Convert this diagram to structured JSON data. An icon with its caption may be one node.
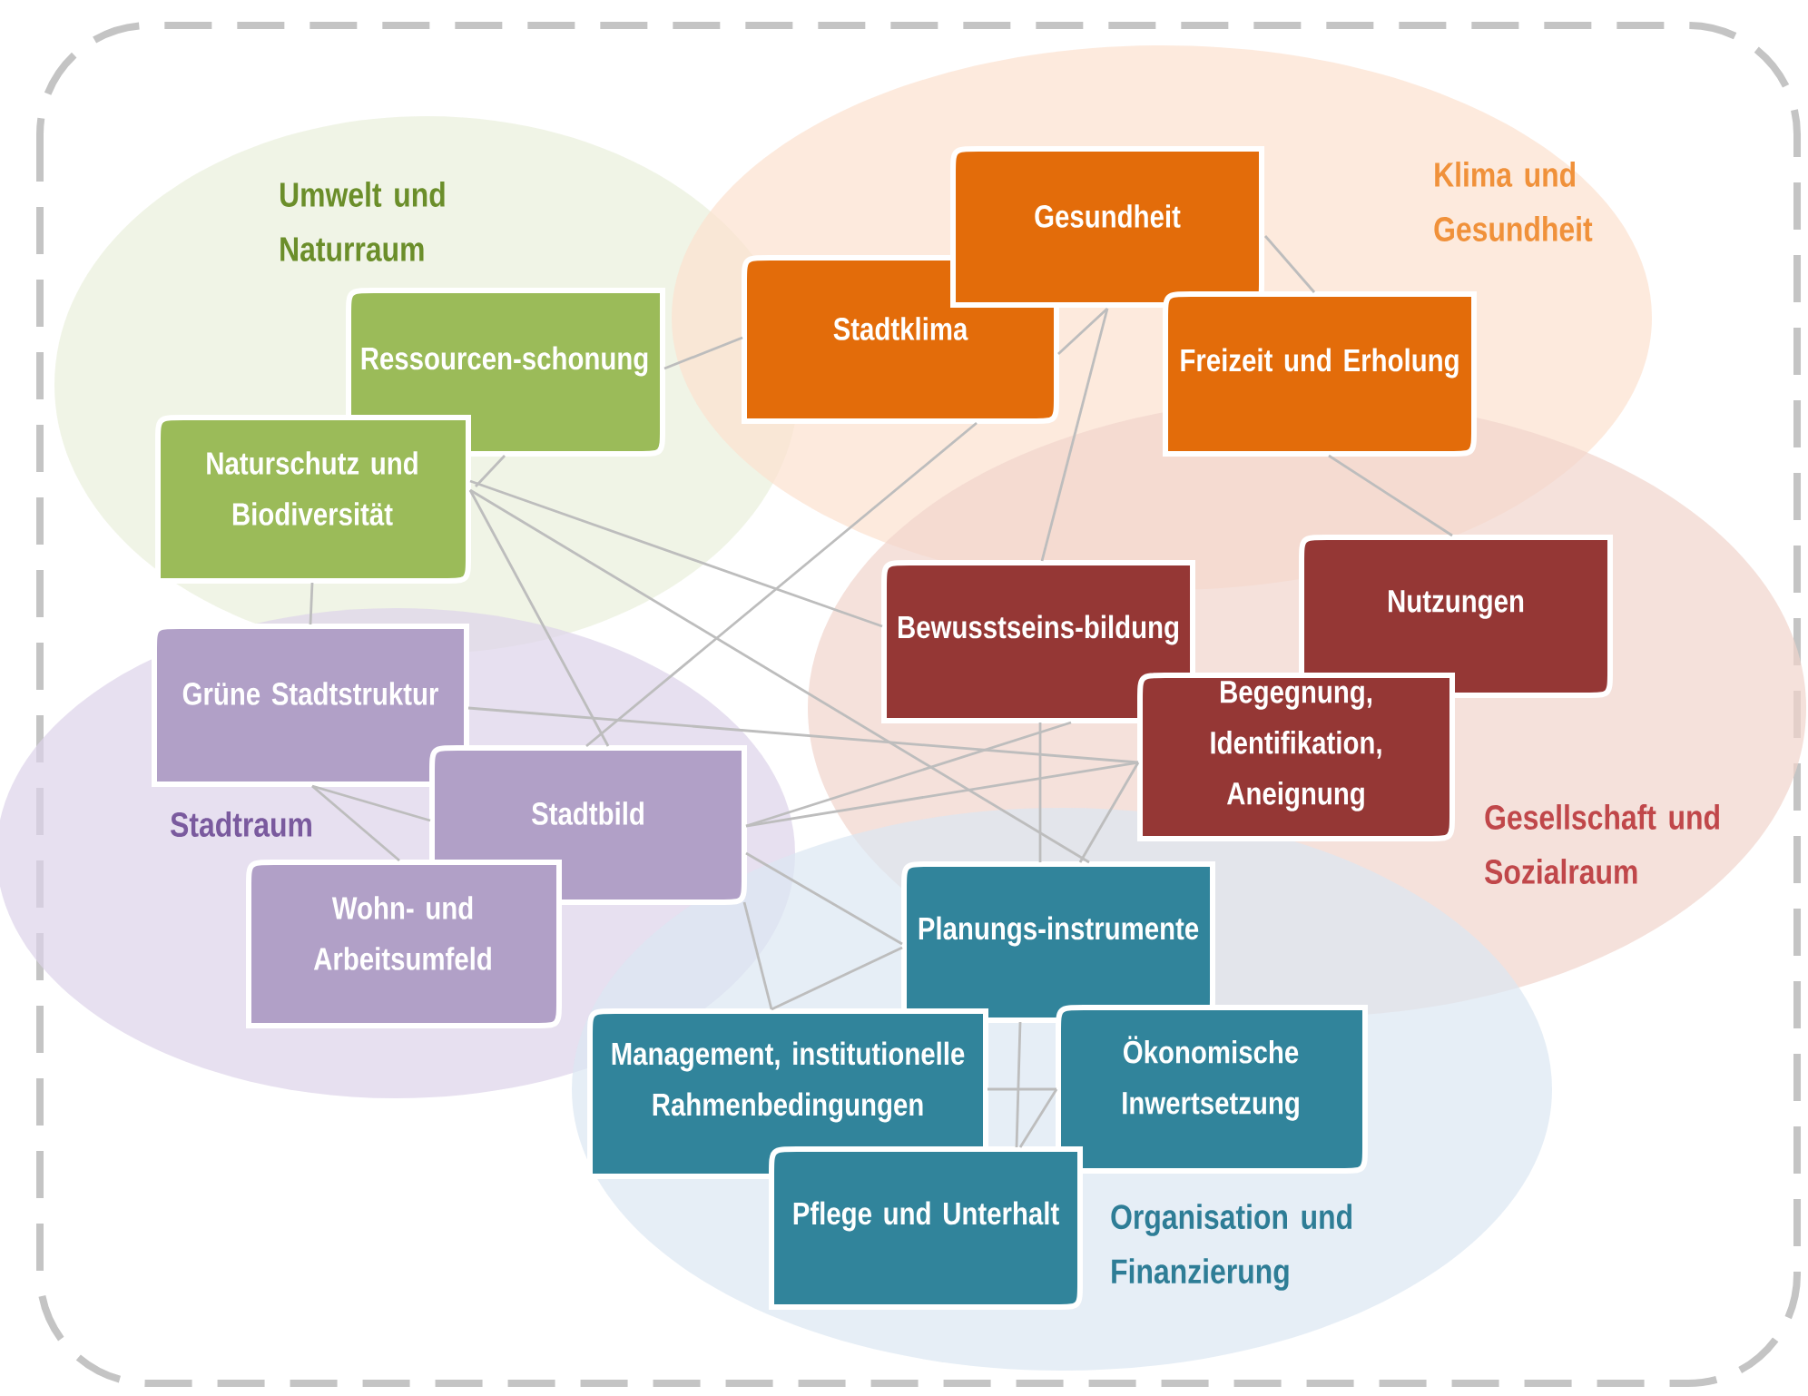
{
  "diagram": {
    "nodes": [
      {
        "text": [
          "Umwelt und Naturraum"
        ]
      },
      {
        "text": [
          "Ressourcen-schonung"
        ],
        "in": 0
      },
      {
        "text": [
          "Naturschutz und Biodiversität"
        ],
        "in": 0
      },
      {
        "text": [
          "Klima und Gesundheit"
        ]
      },
      {
        "text": [
          "Gesundheit"
        ],
        "in": 3
      },
      {
        "text": [
          "Stadtklima"
        ],
        "in": 3
      },
      {
        "text": [
          "Freizeit und Erholung"
        ],
        "in": 3
      },
      {
        "text": [
          "Stadtraum"
        ]
      },
      {
        "text": [
          "Grüne Stadtstruktur"
        ],
        "in": 7
      },
      {
        "text": [
          "Stadtbild"
        ],
        "in": 7
      },
      {
        "text": [
          "Wohn- und Arbeitsumfeld"
        ],
        "in": 7
      },
      {
        "text": [
          "Gesellschaft und Sozialraum"
        ]
      },
      {
        "text": [
          "Bewusstseins-bildung"
        ],
        "in": 11
      },
      {
        "text": [
          "Nutzungen"
        ],
        "in": 11
      },
      {
        "text": [
          "Begegnung, Identifikation, Aneignung"
        ],
        "in": 11
      },
      {
        "text": [
          "Organisation und Finanzierung"
        ]
      },
      {
        "text": [
          "Planungs-instrumente"
        ]
      },
      {
        "text": [
          "Management, institutionelle Rahmenbedingungen"
        ],
        "in": 15
      },
      {
        "text": [
          "Ökonomische Inwertsetzung"
        ],
        "in": 15
      },
      {
        "text": [
          "Pflege und Unterhalt"
        ],
        "in": 15
      }
    ],
    "edges": [
      {
        "from": 1,
        "to": 5,
        "arrow": "none"
      },
      {
        "from": 1,
        "to": 2,
        "arrow": "none"
      },
      {
        "from": 2,
        "to": 8,
        "arrow": "none"
      },
      {
        "from": 2,
        "to": 12,
        "arrow": "none"
      },
      {
        "from": 2,
        "to": 9,
        "arrow": "none"
      },
      {
        "from": 2,
        "to": 16,
        "arrow": "none"
      },
      {
        "from": 9,
        "to": 5,
        "arrow": "none"
      },
      {
        "from": 4,
        "to": 6,
        "arrow": "none"
      },
      {
        "from": 6,
        "to": 13,
        "arrow": "none"
      },
      {
        "from": 5,
        "to": 4,
        "arrow": "none"
      },
      {
        "from": 12,
        "to": 4,
        "arrow": "none"
      },
      {
        "from": 8,
        "to": 14,
        "arrow": "none"
      },
      {
        "from": 8,
        "to": 10,
        "arrow": "none"
      },
      {
        "from": 8,
        "to": 9,
        "arrow": "none"
      },
      {
        "from": 9,
        "to": 12,
        "arrow": "none"
      },
      {
        "from": 9,
        "to": 14,
        "arrow": "none"
      },
      {
        "from": 9,
        "to": 16,
        "arrow": "none"
      },
      {
        "from": 9,
        "to": 17,
        "arrow": "none"
      },
      {
        "from": 16,
        "to": 17,
        "arrow": "none"
      },
      {
        "from": 12,
        "to": 16,
        "arrow": "none"
      },
      {
        "from": 14,
        "to": 16,
        "arrow": "none"
      },
      {
        "from": 17,
        "to": 18,
        "arrow": "none"
      },
      {
        "from": 16,
        "to": 19,
        "arrow": "none"
      },
      {
        "from": 18,
        "to": 19,
        "arrow": "none"
      }
    ]
  }
}
